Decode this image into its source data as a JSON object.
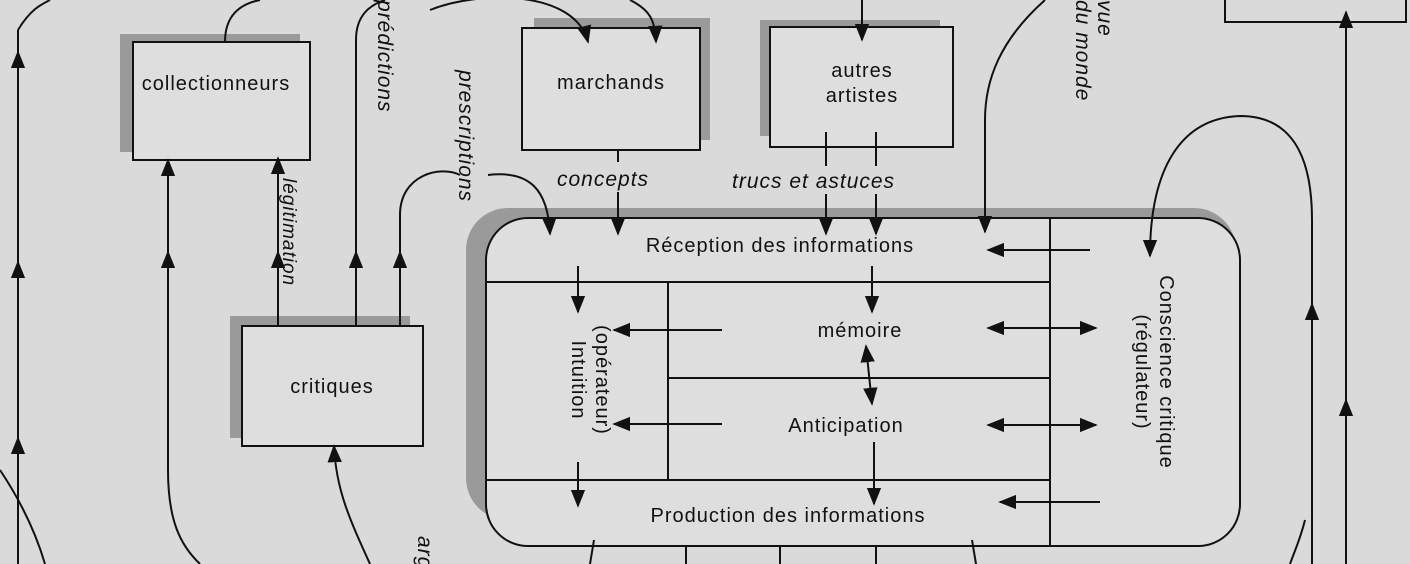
{
  "boxes": {
    "collectors": "collectionneurs",
    "dealers": "marchands",
    "other_artists_1": "autres",
    "other_artists_2": "artistes",
    "critics": "critiques"
  },
  "flows": {
    "predictions": "prédictions",
    "prescriptions": "prescriptions",
    "legitimation": "légitimation",
    "concepts": "concepts",
    "tricks": "trucs et astuces",
    "worldview_1": "vue",
    "worldview_2": "du monde",
    "cut_bottom": "arg"
  },
  "system": {
    "reception": "Réception des informations",
    "memory": "mémoire",
    "anticipation": "Anticipation",
    "production": "Production des informations",
    "intuition_1": "Intuition",
    "intuition_2": "(opérateur)",
    "conscience_1": "Conscience critique",
    "conscience_2": "(régulateur)"
  }
}
